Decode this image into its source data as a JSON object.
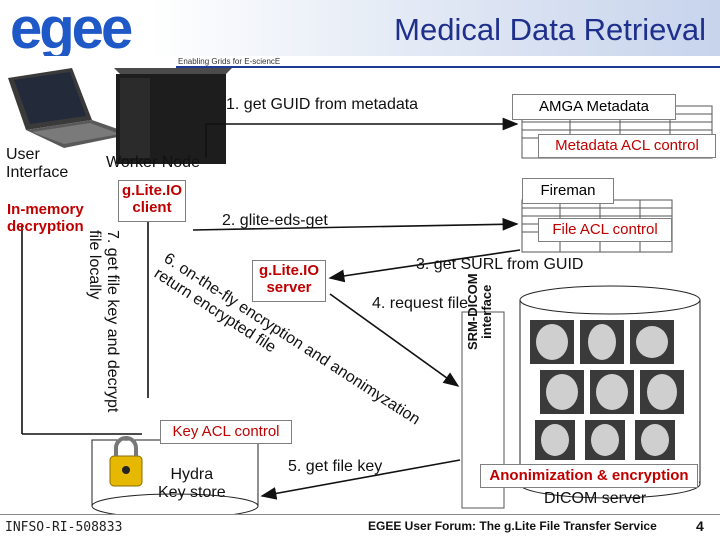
{
  "header": {
    "title": "Medical Data Retrieval",
    "subtitle": "Enabling Grids for E-sciencE",
    "logo_text": "egee"
  },
  "nodes": {
    "user_interface": "User\nInterface",
    "in_memory_decryption": "In-memory\ndecryption",
    "worker_node": "Worker Node",
    "glite_io_client": "g.Lite.IO\nclient",
    "glite_io_server": "g.Lite.IO\nserver",
    "amga_metadata": "AMGA Metadata",
    "metadata_acl": "Metadata ACL control",
    "fireman": "Fireman",
    "file_acl": "File ACL control",
    "key_acl": "Key ACL control",
    "hydra": "Hydra\nKey store",
    "srm_dicom": "SRM-DICOM\ninterface",
    "anonimization": "Anonimization & encryption",
    "dicom_server": "DICOM server"
  },
  "steps": {
    "s1": "1. get GUID from metadata",
    "s2": "2. glite-eds-get",
    "s3": "3. get SURL from GUID",
    "s4": "4. request file",
    "s5": "5. get file key",
    "s6": "6. on-the-fly encryption and anonimyzation\nreturn encrypted file",
    "s7": "7. get file key and decrypt\nfile locally"
  },
  "footer": {
    "left": "INFSO-RI-508833",
    "center": "EGEE User Forum: The g.Lite File Transfer Service",
    "page": "4"
  },
  "colors": {
    "title": "#1e2f8c",
    "accent_red": "#c00000",
    "header_line": "#1e3c96"
  }
}
